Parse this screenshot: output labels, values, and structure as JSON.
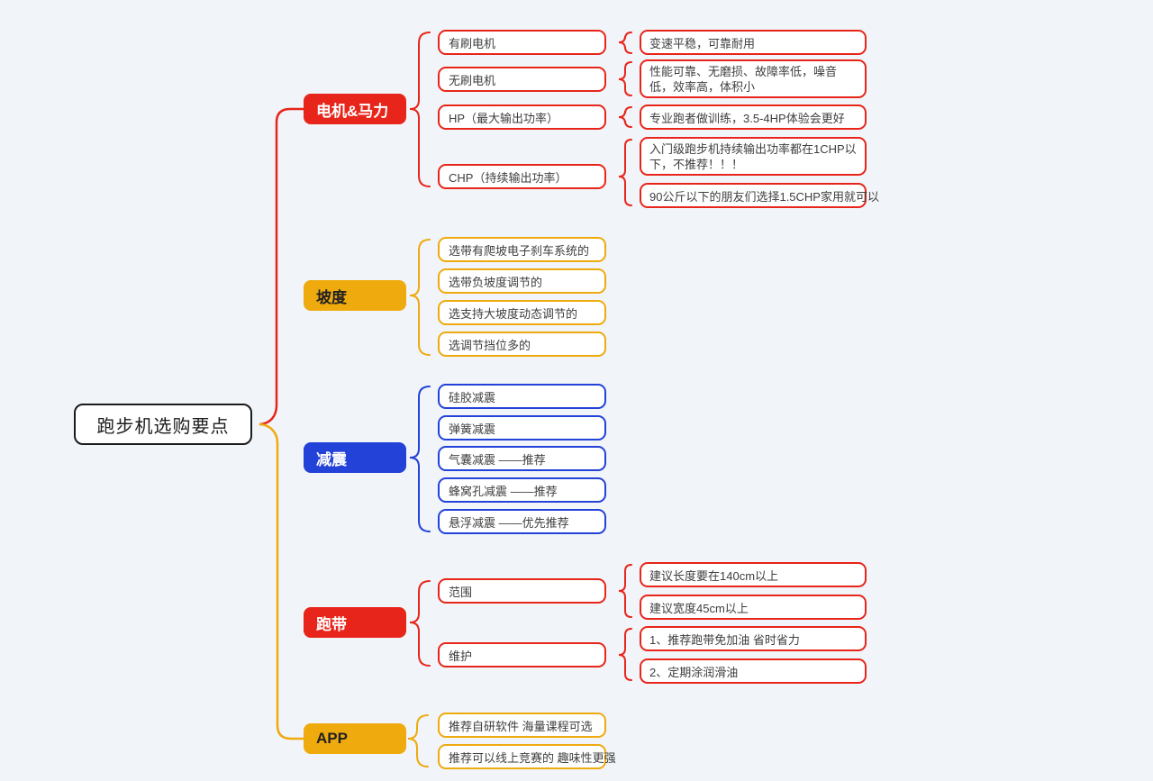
{
  "root": {
    "label": "跑步机选购要点"
  },
  "colors": {
    "red": "#e8251a",
    "yellow": "#efaa0e",
    "blue": "#2342d8"
  },
  "branches": [
    {
      "label": "电机&马力",
      "color": "red",
      "children": [
        {
          "label": "有刷电机",
          "leaves": [
            "变速平稳，可靠耐用"
          ]
        },
        {
          "label": "无刷电机",
          "leaves": [
            "性能可靠、无磨损、故障率低，噪音低，效率高，体积小"
          ]
        },
        {
          "label": "HP（最大输出功率）",
          "leaves": [
            "专业跑者做训练，3.5-4HP体验会更好"
          ]
        },
        {
          "label": "CHP（持续输出功率）",
          "leaves": [
            "入门级跑步机持续输出功率都在1CHP以下，不推荐！！！",
            "90公斤以下的朋友们选择1.5CHP家用就可以"
          ]
        }
      ]
    },
    {
      "label": "坡度",
      "color": "yellow",
      "children": [
        {
          "label": "选带有爬坡电子刹车系统的",
          "leaves": []
        },
        {
          "label": "选带负坡度调节的",
          "leaves": []
        },
        {
          "label": "选支持大坡度动态调节的",
          "leaves": []
        },
        {
          "label": "选调节挡位多的",
          "leaves": []
        }
      ]
    },
    {
      "label": "减震",
      "color": "blue",
      "children": [
        {
          "label": "硅胶减震",
          "leaves": []
        },
        {
          "label": "弹簧减震",
          "leaves": []
        },
        {
          "label": "气囊减震 ——推荐",
          "leaves": []
        },
        {
          "label": "蜂窝孔减震 ——推荐",
          "leaves": []
        },
        {
          "label": "悬浮减震 ——优先推荐",
          "leaves": []
        }
      ]
    },
    {
      "label": "跑带",
      "color": "red",
      "children": [
        {
          "label": "范围",
          "leaves": [
            "建议长度要在140cm以上",
            "建议宽度45cm以上"
          ]
        },
        {
          "label": "维护",
          "leaves": [
            "1、推荐跑带免加油 省时省力",
            "2、定期涂润滑油"
          ]
        }
      ]
    },
    {
      "label": "APP",
      "color": "yellow",
      "children": [
        {
          "label": "推荐自研软件 海量课程可选",
          "leaves": []
        },
        {
          "label": "推荐可以线上竞赛的 趣味性更强",
          "leaves": []
        }
      ]
    }
  ]
}
